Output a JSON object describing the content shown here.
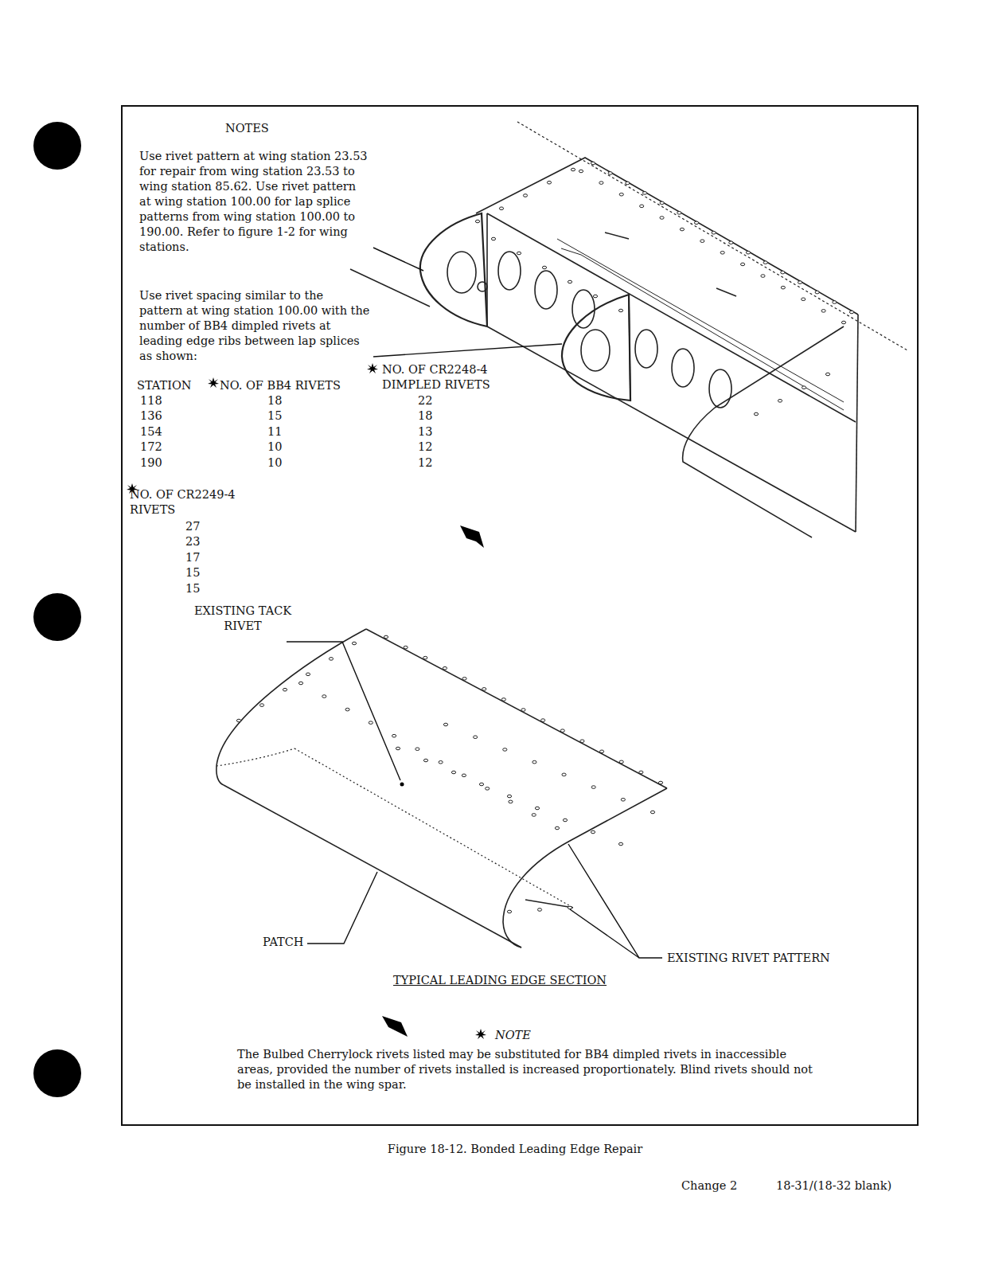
{
  "diagram": {
    "caption": "Figure 18-12. Bonded Leading Edge Repair",
    "labels": [
      "NOTES",
      "Use rivet pattern at wing station 23.53 for repair from wing station 23.53 to wing station 85.62. Use rivet pattern at wing station 100.00 for lap splice patterns from wing station 100.00 to 190.00. Refer to figure 1-2 for wing stations.",
      "Use rivet spacing similar to the pattern at wing station 100.00 with the number of BB4 dimpled rivets at leading edge ribs between lap splices as shown:",
      "STATION",
      "NO. OF BB4 RIVETS",
      "NO. OF CR2248-4 DIMPLED RIVETS",
      "118",
      "136",
      "154",
      "172",
      "190",
      "18",
      "15",
      "11",
      "10",
      "10",
      "22",
      "18",
      "13",
      "12",
      "12",
      "NO. OF CR2249-4 RIVETS",
      "27",
      "23",
      "17",
      "15",
      "15",
      "EXISTING TACK RIVET",
      "PATCH",
      "EXISTING RIVET PATTERN",
      "TYPICAL LEADING EDGE SECTION",
      "NOTE",
      "The Bulbed Cherrylock rivets listed may be substituted for BB4 dimpled rivets in inaccessible areas, provided the number of rivets installed is increased proportionately. Blind rivets should not be installed in the wing spar.",
      "Change 2",
      "18-31/(18-32 blank)"
    ]
  }
}
